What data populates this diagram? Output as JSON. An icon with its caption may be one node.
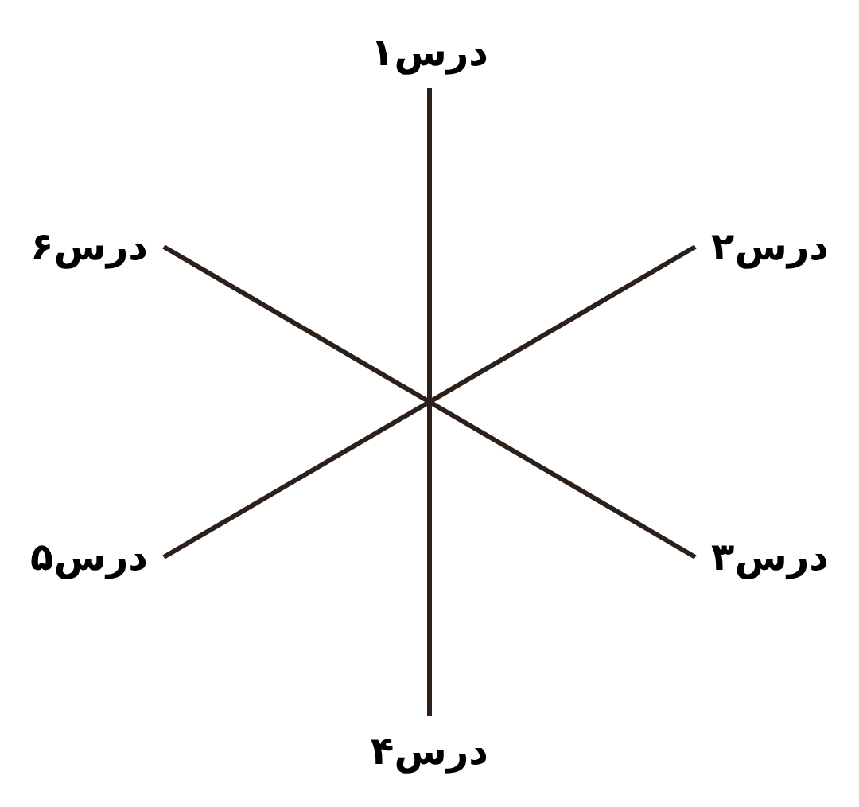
{
  "diagram": {
    "nodes": [
      {
        "text": [
          "درس۱"
        ]
      },
      {
        "text": [
          "درس۲"
        ]
      },
      {
        "text": [
          "درس۳"
        ]
      },
      {
        "text": [
          "درس۴"
        ]
      },
      {
        "text": [
          "درس۵"
        ]
      },
      {
        "text": [
          "درس۶"
        ]
      }
    ],
    "edges": [
      {
        "from": 0,
        "to": 3,
        "arrow": "none"
      },
      {
        "from": 1,
        "to": 4,
        "arrow": "none"
      },
      {
        "from": 2,
        "to": 5,
        "arrow": "none"
      }
    ]
  }
}
